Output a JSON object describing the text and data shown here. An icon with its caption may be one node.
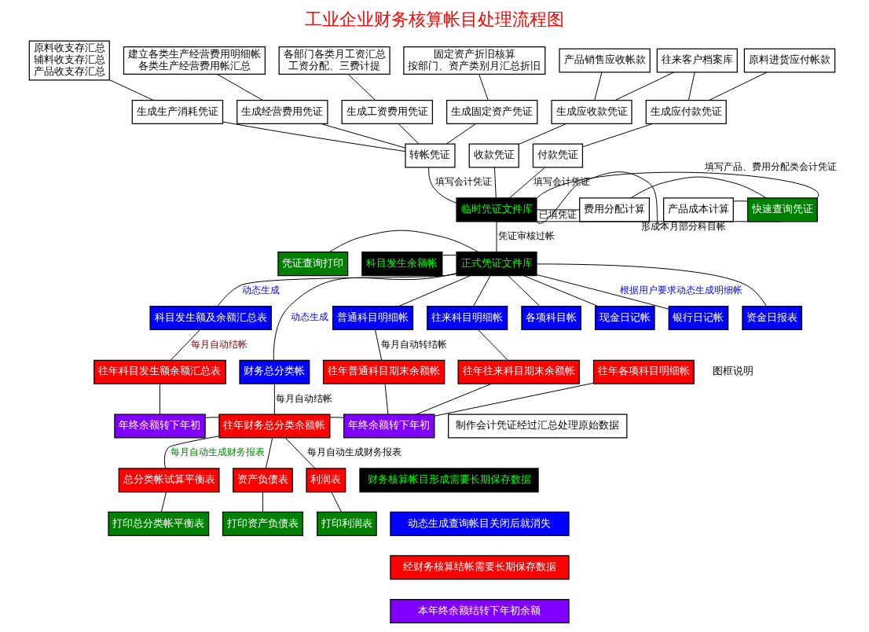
{
  "diagram": {
    "title": "工业企业财务核算帐目处理流程图",
    "nodes": [
      {
        "text": [
          "原料收支存汇总",
          "辅料收支存汇总",
          "产品收支存汇总"
        ]
      },
      {
        "text": [
          "建立各类生产经营费用明细帐",
          "各类生产经营费用帐汇总"
        ]
      },
      {
        "text": [
          "各部门各类月工资汇总",
          "工资分配、三费计提"
        ]
      },
      {
        "text": [
          "固定资产折旧核算",
          "按部门、资产类别月汇总折旧"
        ]
      },
      {
        "text": [
          "产品销售应收帐款"
        ]
      },
      {
        "text": [
          "往来客户档案库"
        ]
      },
      {
        "text": [
          "原料进货应付帐款"
        ]
      },
      {
        "text": [
          "生成生产消耗凭证"
        ]
      },
      {
        "text": [
          "生成经营费用凭证"
        ]
      },
      {
        "text": [
          "生成工资费用凭证"
        ]
      },
      {
        "text": [
          "生成固定资产凭证"
        ]
      },
      {
        "text": [
          "生成应收款凭证"
        ]
      },
      {
        "text": [
          "生成应付款凭证"
        ]
      },
      {
        "text": [
          "转帐凭证"
        ]
      },
      {
        "text": [
          "收款凭证"
        ]
      },
      {
        "text": [
          "付款凭证"
        ]
      },
      {
        "text": [
          "临时凭证文件库"
        ]
      },
      {
        "text": [
          "费用分配计算"
        ]
      },
      {
        "text": [
          "产品成本计算"
        ]
      },
      {
        "text": [
          "快速查询凭证"
        ]
      },
      {
        "text": [
          "凭证查询打印"
        ]
      },
      {
        "text": [
          "科目发生余额帐"
        ]
      },
      {
        "text": [
          "正式凭证文件库"
        ]
      },
      {
        "text": [
          "科目发生额及余额汇总表"
        ]
      },
      {
        "text": [
          "普通科目明细帐"
        ]
      },
      {
        "text": [
          "往来科目明细帐"
        ]
      },
      {
        "text": [
          "各项科目帐"
        ]
      },
      {
        "text": [
          "现金日记帐"
        ]
      },
      {
        "text": [
          "银行日记帐"
        ]
      },
      {
        "text": [
          "资金日报表"
        ]
      },
      {
        "text": [
          "往年科目发生额余额汇总表"
        ]
      },
      {
        "text": [
          "财务总分类帐"
        ]
      },
      {
        "text": [
          "往年普通科目期末余额帐"
        ]
      },
      {
        "text": [
          "往年往来科目期末余额帐"
        ]
      },
      {
        "text": [
          "往年各项科目明细帐"
        ]
      },
      {
        "text": [
          "年终余额转下年初"
        ]
      },
      {
        "text": [
          "往年财务总分类余额帐"
        ]
      },
      {
        "text": [
          "年终余额转下年初"
        ]
      },
      {
        "text": [
          "总分类帐试算平衡表"
        ]
      },
      {
        "text": [
          "资产负债表"
        ]
      },
      {
        "text": [
          "利润表"
        ]
      },
      {
        "text": [
          "打印总分类帐平衡表"
        ]
      },
      {
        "text": [
          "打印资产负债表"
        ]
      },
      {
        "text": [
          "打印利润表"
        ]
      }
    ],
    "edges": [
      {
        "from": 0,
        "to": 7,
        "arrow": "none"
      },
      {
        "from": 1,
        "to": 8,
        "arrow": "none"
      },
      {
        "from": 2,
        "to": 9,
        "arrow": "none"
      },
      {
        "from": 3,
        "to": 10,
        "arrow": "none"
      },
      {
        "from": 4,
        "to": 11,
        "arrow": "none"
      },
      {
        "from": 6,
        "to": 12,
        "arrow": "none"
      },
      {
        "from": 5,
        "to": 11,
        "arrow": "none"
      },
      {
        "from": 5,
        "to": 12,
        "arrow": "none"
      },
      {
        "from": 7,
        "to": 13,
        "arrow": "none"
      },
      {
        "from": 8,
        "to": 13,
        "arrow": "none"
      },
      {
        "from": 9,
        "to": 13,
        "arrow": "none"
      },
      {
        "from": 10,
        "to": 13,
        "arrow": "none"
      },
      {
        "from": 11,
        "to": 14,
        "arrow": "none"
      },
      {
        "from": 12,
        "to": 15,
        "arrow": "none"
      },
      {
        "from": 13,
        "to": 16,
        "arrow": "none",
        "label": "填写会计凭证"
      },
      {
        "from": 14,
        "to": 16,
        "arrow": "none"
      },
      {
        "from": 15,
        "to": 16,
        "arrow": "none",
        "label": "填写会计凭证"
      },
      {
        "from": 16,
        "to": 17,
        "arrow": "none",
        "label": "已填凭证"
      },
      {
        "from": 16,
        "to": 18,
        "arrow": "none"
      },
      {
        "from": 17,
        "to": 19,
        "arrow": "none"
      },
      {
        "from": 18,
        "to": 19,
        "arrow": "none"
      },
      {
        "from": 19,
        "to": 16,
        "arrow": "none",
        "label": "填写产品、费用分配类会计凭证"
      },
      {
        "from": 19,
        "to": 16,
        "arrow": "none",
        "label": "形成本月部分科目帐"
      },
      {
        "from": 16,
        "to": 22,
        "arrow": "none",
        "label": "凭证审核过帐"
      },
      {
        "from": 20,
        "to": 22,
        "arrow": "none"
      },
      {
        "from": 21,
        "to": 22,
        "arrow": "none"
      },
      {
        "from": 22,
        "to": 23,
        "arrow": "none",
        "label": "动态生成"
      },
      {
        "from": 22,
        "to": 31,
        "arrow": "none",
        "label": "动态生成"
      },
      {
        "from": 22,
        "to": 24,
        "arrow": "none"
      },
      {
        "from": 22,
        "to": 25,
        "arrow": "none"
      },
      {
        "from": 22,
        "to": 26,
        "arrow": "none"
      },
      {
        "from": 22,
        "to": 27,
        "arrow": "none"
      },
      {
        "from": 22,
        "to": 28,
        "arrow": "none",
        "label": "根据用户要求动态生成明细帐"
      },
      {
        "from": 22,
        "to": 29,
        "arrow": "none"
      },
      {
        "from": 23,
        "to": 30,
        "arrow": "none",
        "label": "每月自动结帐"
      },
      {
        "from": 24,
        "to": 32,
        "arrow": "none",
        "label": "每月自动转结帐"
      },
      {
        "from": 25,
        "to": 33,
        "arrow": "none"
      },
      {
        "from": 30,
        "to": 35,
        "arrow": "none"
      },
      {
        "from": 31,
        "to": 36,
        "arrow": "none",
        "label": "每月自动结帐"
      },
      {
        "from": 35,
        "to": 36,
        "arrow": "none"
      },
      {
        "from": 32,
        "to": 37,
        "arrow": "none"
      },
      {
        "from": 33,
        "to": 37,
        "arrow": "none"
      },
      {
        "from": 34,
        "to": 37,
        "arrow": "none"
      },
      {
        "from": 36,
        "to": 37,
        "arrow": "none"
      },
      {
        "from": 36,
        "to": 38,
        "arrow": "none",
        "label": "每月自动生成财务报表"
      },
      {
        "from": 36,
        "to": 39,
        "arrow": "none"
      },
      {
        "from": 36,
        "to": 40,
        "arrow": "none",
        "label": "每月自动生成财务报表"
      },
      {
        "from": 38,
        "to": 41,
        "arrow": "none"
      },
      {
        "from": 39,
        "to": 42,
        "arrow": "none"
      },
      {
        "from": 40,
        "to": 43,
        "arrow": "none"
      }
    ],
    "labels": [
      "图框说明"
    ],
    "legend": [
      {
        "text": "制作会计凭证经过汇总处理原始数据",
        "color": "#ffffff"
      },
      {
        "text": "财务核算帐目形成需要长期保存数据",
        "color": "#000000"
      },
      {
        "text": "动态生成查询帐目关闭后就消失",
        "color": "#0000ff"
      },
      {
        "text": "经财务核算结帐需要长期保存数据",
        "color": "#ff0000"
      },
      {
        "text": "本年终余额结转下年初余额",
        "color": "#8000ff"
      }
    ]
  }
}
